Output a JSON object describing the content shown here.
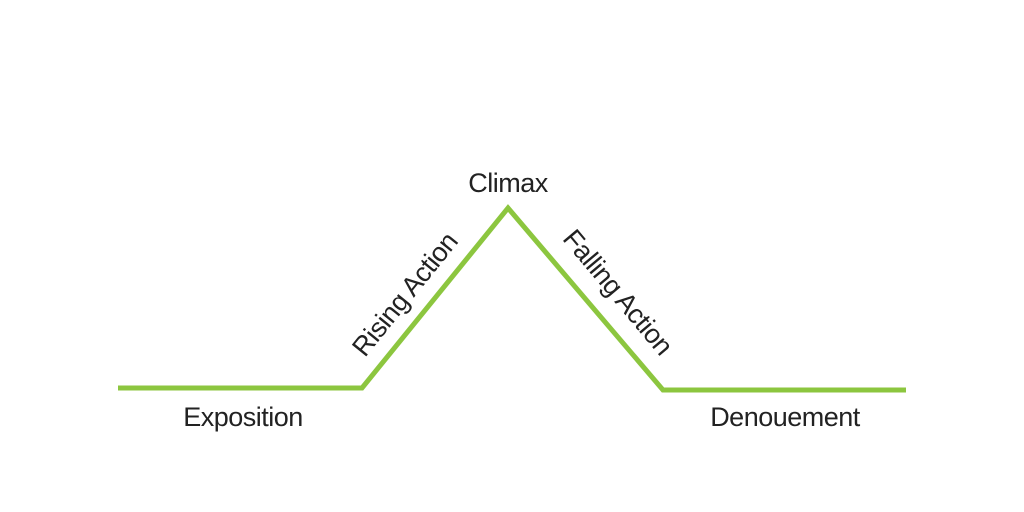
{
  "diagram": {
    "title": "",
    "line_color": "#8cc63f",
    "text_color": "#222222",
    "stages": {
      "exposition": "Exposition",
      "rising_action": "Rising Action",
      "climax": "Climax",
      "falling_action": "Falling Action",
      "denouement": "Denouement"
    }
  }
}
